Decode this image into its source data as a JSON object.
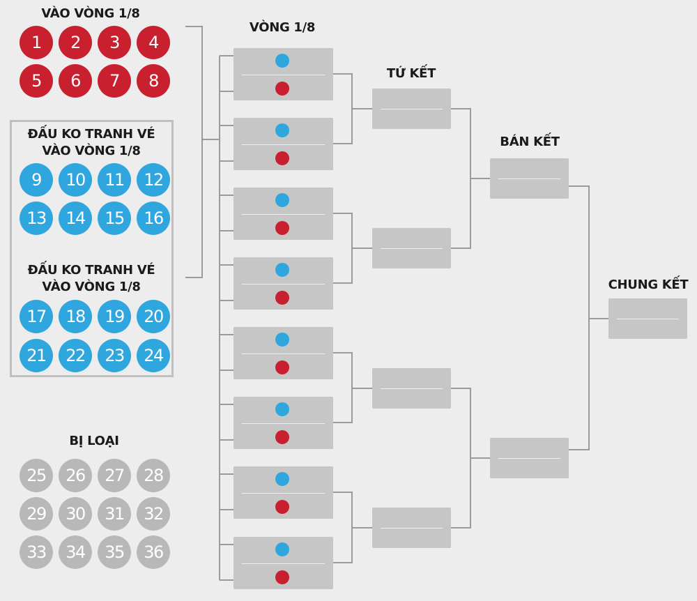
{
  "headings": {
    "direct": "VÀO VÒNG 1/8",
    "playoff_1_line1": "ĐẤU KO TRANH VÉ",
    "playoff_1_line2": "VÀO VÒNG 1/8",
    "playoff_2_line1": "ĐẤU KO TRANH VÉ",
    "playoff_2_line2": "VÀO VÒNG 1/8",
    "eliminated": "BỊ LOẠI",
    "round_of_16": "VÒNG 1/8",
    "quarter_finals": "TỨ KẾT",
    "semi_finals": "BÁN KẾT",
    "final": "CHUNG KẾT"
  },
  "direct_qualifiers": [
    "1",
    "2",
    "3",
    "4",
    "5",
    "6",
    "7",
    "8"
  ],
  "playoff_group_1": [
    "9",
    "10",
    "11",
    "12",
    "13",
    "14",
    "15",
    "16"
  ],
  "playoff_group_2": [
    "17",
    "18",
    "19",
    "20",
    "21",
    "22",
    "23",
    "24"
  ],
  "eliminated": [
    "25",
    "26",
    "27",
    "28",
    "29",
    "30",
    "31",
    "32",
    "33",
    "34",
    "35",
    "36"
  ],
  "colors": {
    "qualified": "#c9202f",
    "playoff": "#2fa6de",
    "eliminated": "#b8b8b8",
    "card": "#c6c6c6",
    "connector": "#9a9a9a"
  }
}
